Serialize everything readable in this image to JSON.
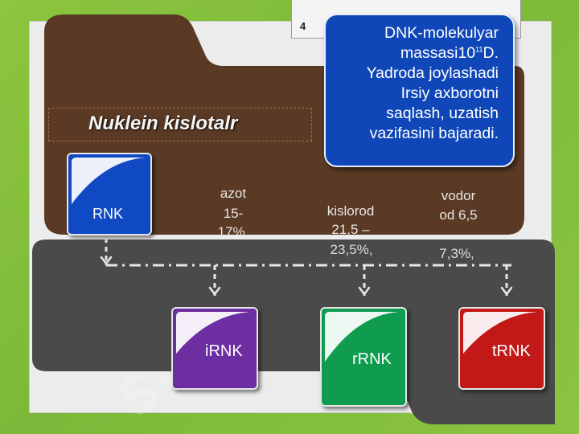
{
  "page_number": "4",
  "title": "Nuklein kislotalr",
  "info_box": {
    "line1": "DNK-molekulyar",
    "line2_prefix": "massasi10",
    "line2_sup": "11",
    "line2_suffix": "D.",
    "line3": "Yadroda joylashadi",
    "line4": "Irsiy axborotni",
    "line5": "saqlash, uzatish",
    "line6": "vazifasini bajaradi."
  },
  "tiles": {
    "rnk": "RNK",
    "irnk": "iRNK",
    "rrnk": "rRNK",
    "trnk": "tRNK"
  },
  "composition": {
    "azot_label": "azot",
    "azot_value_line1": "15-",
    "azot_value_line2": "17%,",
    "kislorod_label": "kislorod",
    "kislorod_value_line1": "21,5 –",
    "kislorod_value_line2": "23,5%,",
    "vodor_label": "vodor",
    "vodor_value_line1": "od 6,5",
    "vodor_value_line2": "7,3%,"
  },
  "watermark": "SOF",
  "colors": {
    "background": "#8cc63f",
    "brown": "#5a3a24",
    "dark_gray": "#4a4a4a",
    "info_blue": "#1047b8",
    "rnk_blue": "#1049c4",
    "irnk_purple": "#6c2ea0",
    "rrnk_green": "#0f9c4e",
    "trnk_red": "#c21818"
  }
}
